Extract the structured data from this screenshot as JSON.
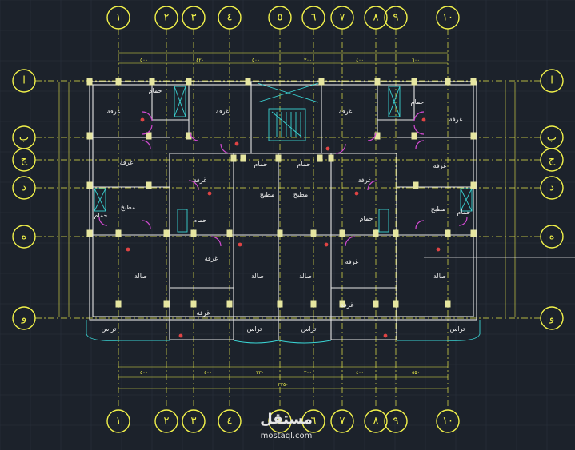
{
  "grid": {
    "columns": [
      "١",
      "٢",
      "٣",
      "٤",
      "٥",
      "٦",
      "٧",
      "٨",
      "٩",
      "١٠"
    ],
    "rows": [
      "ا",
      "ب",
      "ج",
      "د",
      "ه",
      "و"
    ]
  },
  "rooms": {
    "bath_tl": "حمام",
    "room_tl": "غرفة",
    "room_tc": "غرفة",
    "room_tr_a": "غرفة",
    "bath_tr": "حمام",
    "room_tr_b": "غرفة",
    "bath_cl": "حمام",
    "bath_cr": "حمام",
    "store_l": "غرفة",
    "sleep_l": "غرفة",
    "sleep_r": "غرفة",
    "store_r": "غرفة",
    "kitchen_l": "مطبخ",
    "bath_l2": "حمام",
    "kitchen_c1": "مطبخ",
    "kitchen_c2": "مطبخ",
    "kitchen_r": "مطبخ",
    "bath_r2": "حمام",
    "bath_ml": "حمام",
    "bath_mr": "حمام",
    "room_ml": "غرفة",
    "room_mr": "غرفة",
    "hall_l": "صالة",
    "hall_cl": "صالة",
    "hall_cr": "صالة",
    "hall_r": "صالة",
    "room_bl": "غرفة",
    "room_br": "غرفة",
    "terrace_l": "تراس",
    "terrace_cl": "تراس",
    "terrace_cr": "تراس",
    "terrace_r": "تراس"
  },
  "watermark": {
    "logo": "مستقل",
    "site": "mostaql.com"
  }
}
